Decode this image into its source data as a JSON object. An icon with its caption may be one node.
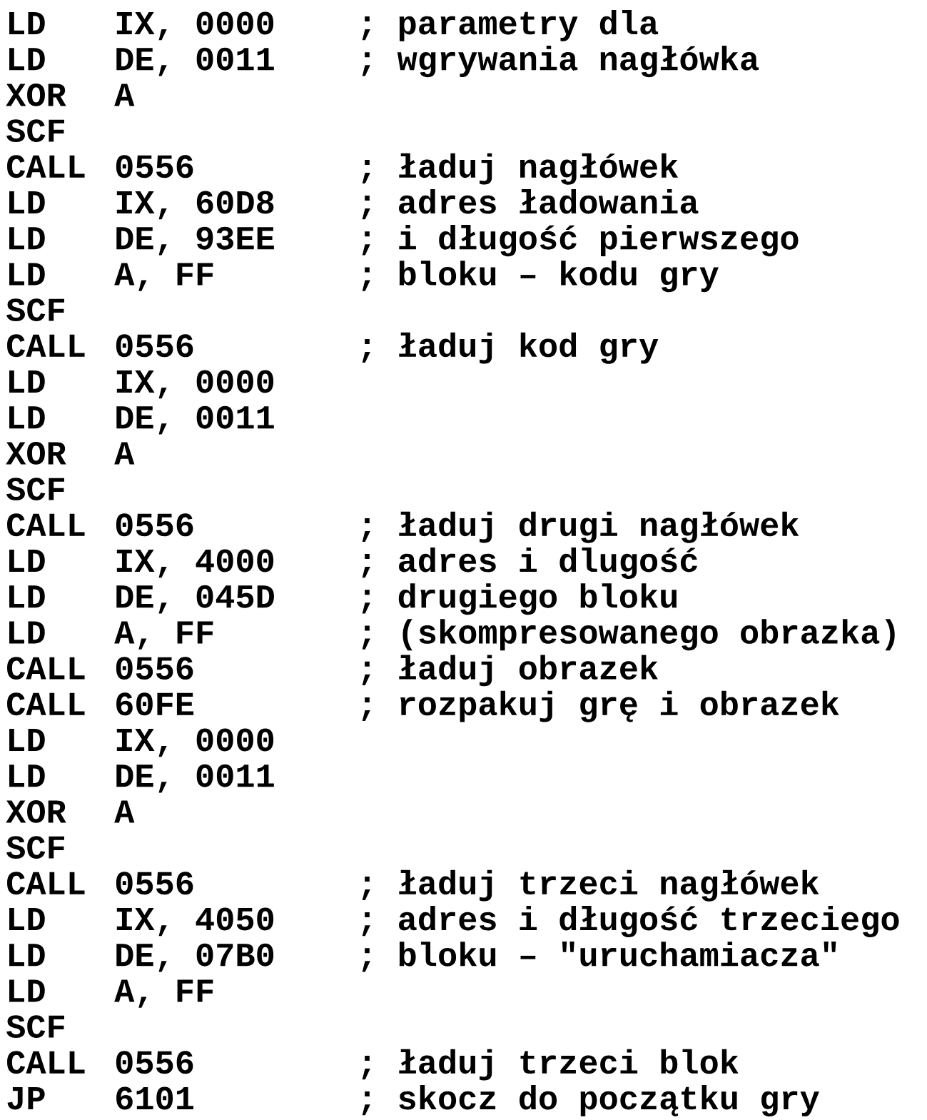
{
  "diagram": {
    "labels": [
      "LD",
      "IX, 0000",
      "; parametry dla",
      "LD",
      "DE, 0011",
      "; wgrywania nagłówka",
      "XOR",
      "A",
      "SCF",
      "CALL",
      "0556",
      "; ładuj nagłówek",
      "LD",
      "IX, 60D8",
      "; adres ładowania",
      "LD",
      "DE, 93EE",
      "; i długość pierwszego",
      "LD",
      "A, FF",
      "; bloku – kodu gry",
      "SCF",
      "CALL",
      "0556",
      "; ładuj kod gry",
      "LD",
      "IX, 0000",
      "LD",
      "DE, 0011",
      "XOR",
      "A",
      "SCF",
      "CALL",
      "0556",
      "; ładuj drugi nagłówek",
      "LD",
      "IX, 4000",
      "; adres i dlugość",
      "LD",
      "DE, 045D",
      "; drugiego bloku",
      "LD",
      "A, FF",
      "; (skompresowanego obrazka)",
      "CALL",
      "0556",
      "; ładuj obrazek",
      "CALL",
      "60FE",
      "; rozpakuj grę i obrazek",
      "LD",
      "IX, 0000",
      "LD",
      "DE, 0011",
      "XOR",
      "A",
      "SCF",
      "CALL",
      "0556",
      "; ładuj trzeci nagłówek",
      "LD",
      "IX, 4050",
      "; adres i długość trzeciego",
      "LD",
      "DE, 07B0",
      "; bloku – \"uruchamiacza\"",
      "LD",
      "A, FF",
      "SCF",
      "CALL",
      "0556",
      "; ładuj trzeci blok",
      "JP",
      "6101",
      "; skocz do początku gry"
    ]
  }
}
